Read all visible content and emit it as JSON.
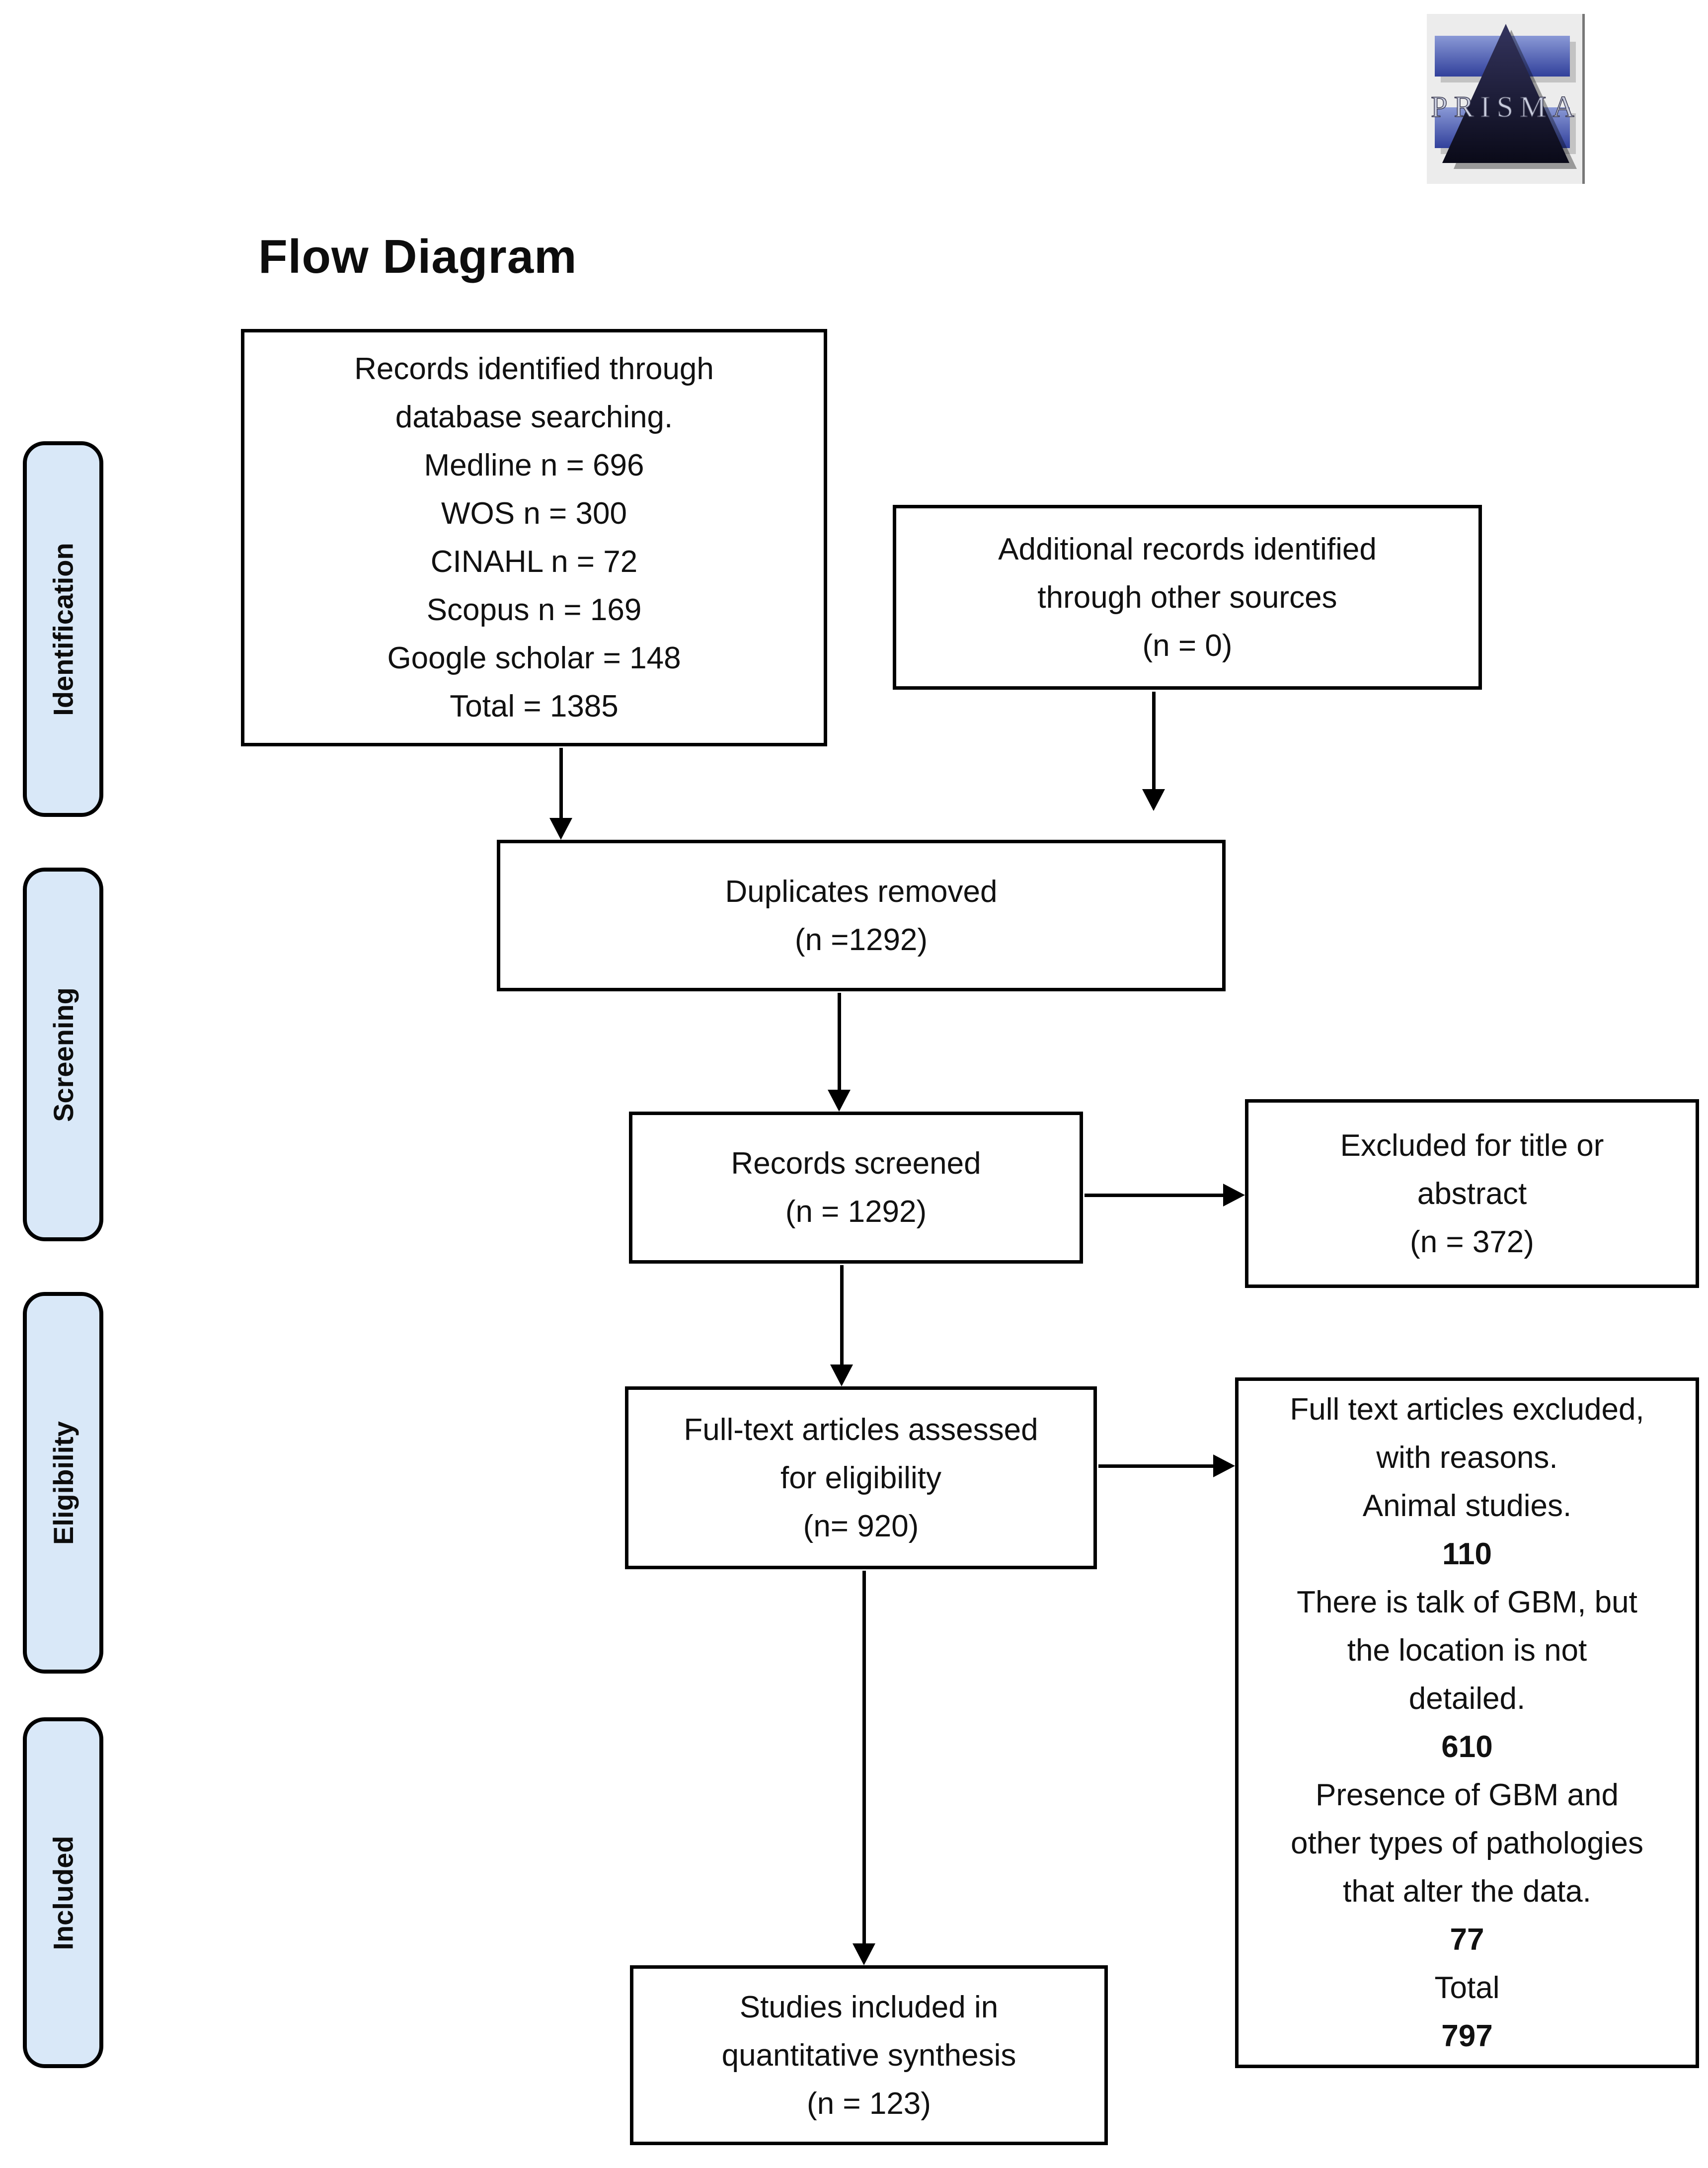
{
  "title": "Flow Diagram",
  "logo": {
    "text": "PRISMA"
  },
  "colors": {
    "background": "#ffffff",
    "box_border": "#000000",
    "sidebar_fill": "#d9e8f8",
    "text": "#111111",
    "logo_bar_blue": "#31409b",
    "logo_triangle_navy": "#0a0a18"
  },
  "sidebar": {
    "labels": [
      {
        "text": "Identification"
      },
      {
        "text": "Screening"
      },
      {
        "text": "Eligibility"
      },
      {
        "text": "Included"
      }
    ]
  },
  "boxes": {
    "records_identified": {
      "lines": [
        "Records identified through",
        "database searching.",
        "Medline n = 696",
        "WOS n = 300",
        "CINAHL n = 72",
        "Scopus n = 169",
        "Google scholar = 148",
        "Total = 1385"
      ]
    },
    "additional_records": {
      "lines": [
        "Additional records identified",
        "through other sources",
        "(n = 0)"
      ]
    },
    "duplicates_removed": {
      "lines": [
        "Duplicates removed",
        "(n =1292)"
      ]
    },
    "records_screened": {
      "lines": [
        "Records screened",
        "(n = 1292)"
      ]
    },
    "excluded_title_abstract": {
      "lines": [
        "Excluded for title or",
        "abstract",
        "(n = 372)"
      ]
    },
    "fulltext_assessed": {
      "lines": [
        "Full-text articles assessed",
        "for eligibility",
        "(n= 920)"
      ]
    },
    "fulltext_excluded": {
      "lines": [
        "Full text articles excluded,",
        "with reasons.",
        "Animal studies.",
        "**110**",
        "There is talk of GBM, but",
        "the location is not",
        "detailed.",
        "**610**",
        "Presence of GBM and",
        "other types of pathologies",
        "that alter the data.",
        "**77**",
        "Total",
        "**797**"
      ]
    },
    "studies_included": {
      "lines": [
        "Studies included in",
        "quantitative synthesis",
        "(n = 123)"
      ]
    }
  }
}
